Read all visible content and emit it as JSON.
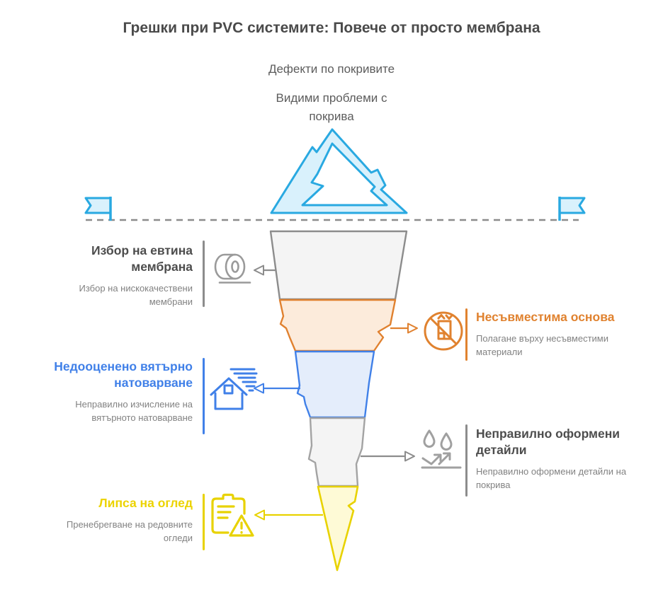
{
  "title": "Грешки при PVC системите: Повече от просто мембрана",
  "subtitle": "Дефекти по покривите",
  "waterline": {
    "above_label": "Видими проблеми с покрива"
  },
  "items": [
    {
      "id": "cheap-membrane",
      "side": "left",
      "heading": "Избор на евтина мембрана",
      "description": "Избор на нискокачествени мембрани",
      "icon": "membrane-roll-icon",
      "accent": "#4d4d4d",
      "layer_fill": "#f4f4f4",
      "layer_stroke": "#8c8c8c"
    },
    {
      "id": "incompatible-base",
      "side": "right",
      "heading": "Несъвместима основа",
      "description": "Полагане върху несъвместими материали",
      "icon": "no-incompatible-base-icon",
      "accent": "#e0822f",
      "layer_fill": "#fcebdb",
      "layer_stroke": "#e0812f"
    },
    {
      "id": "wind-load",
      "side": "left",
      "heading": "Недооценено вятърно натоварване",
      "description": "Неправилно изчисление на вятърното натоварване",
      "icon": "house-wind-icon",
      "accent": "#4080e8",
      "layer_fill": "#e4edfb",
      "layer_stroke": "#4080e8"
    },
    {
      "id": "roof-details",
      "side": "right",
      "heading": "Неправилно оформени детайли",
      "description": "Неправилно оформени детайли на покрива",
      "icon": "rain-runoff-icon",
      "accent": "#4d4d4d",
      "layer_fill": "#f4f4f4",
      "layer_stroke": "#a3a3a3"
    },
    {
      "id": "no-inspection",
      "side": "left",
      "heading": "Липса на оглед",
      "description": "Пренебрегване на редовните огледи",
      "icon": "inspection-warning-icon",
      "accent": "#ecd300",
      "layer_fill": "#fefad6",
      "layer_stroke": "#e8d200"
    }
  ],
  "colors": {
    "title_text": "#4a4a4a",
    "subtitle_text": "#5c5c5c",
    "description_text": "#828282",
    "iceberg_stroke": "#29a9e1",
    "iceberg_fill": "#d9f1fc",
    "waterline": "#8c8c8c"
  }
}
